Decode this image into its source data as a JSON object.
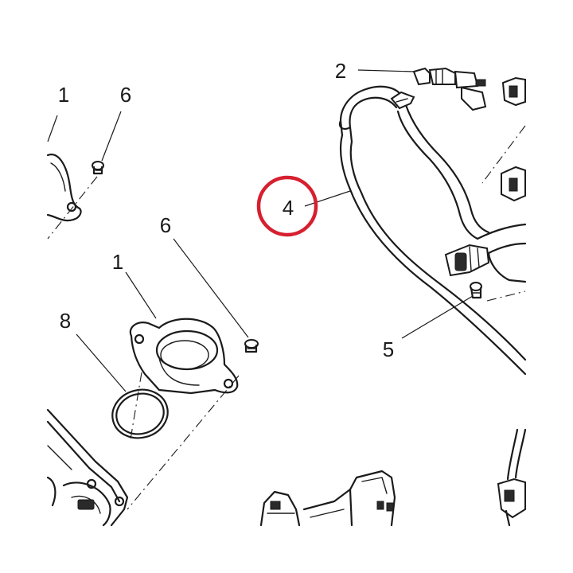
{
  "diagram": {
    "callouts": [
      {
        "id": "callout-1-top",
        "label": "1"
      },
      {
        "id": "callout-6-top",
        "label": "6"
      },
      {
        "id": "callout-2",
        "label": "2"
      },
      {
        "id": "callout-4",
        "label": "4"
      },
      {
        "id": "callout-6-mid",
        "label": "6"
      },
      {
        "id": "callout-1-mid",
        "label": "1"
      },
      {
        "id": "callout-8",
        "label": "8"
      },
      {
        "id": "callout-5",
        "label": "5"
      }
    ],
    "highlight_color": "#d6202f",
    "line_color": "#1b1b1b"
  }
}
